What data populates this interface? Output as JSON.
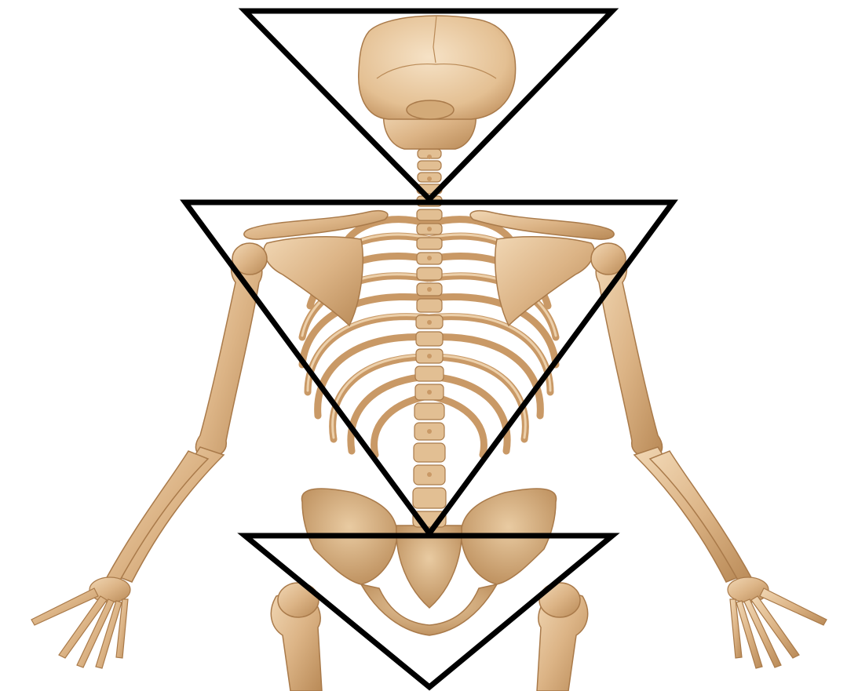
{
  "figure": {
    "subject": "skeleton-posterior-view",
    "overlay_shape": "inverted-triangle",
    "overlay_count": 3,
    "overlay_color": "#000000",
    "background_color": "#ffffff",
    "bone_color": "#dcb486",
    "bone_shadow": "#b98a57",
    "bone_highlight": "#f3dcbd"
  }
}
